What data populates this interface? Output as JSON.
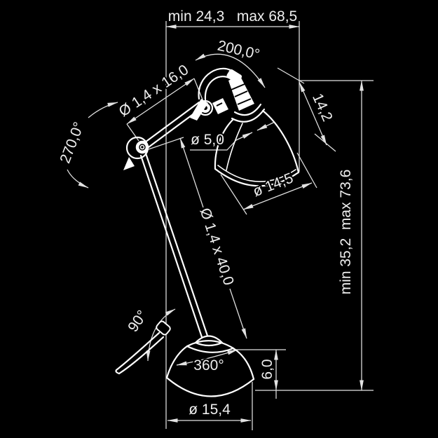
{
  "drawing": {
    "background_color": "#000000",
    "outline_color": "#ffffff",
    "dimension_color": "#e2e2e2",
    "labels": {
      "reach": "min 24,3   max 68,5",
      "shade_angle": "200,0°",
      "upper_arm_tube": "Ø 1,4 x 16,0",
      "elbow_angle": "270,0°",
      "head_length": "14,2",
      "shade_hole_diameter": "ø 5,0",
      "shade_diameter": "ø 14,5",
      "height": "min 35,2  max 73,6",
      "lower_arm_tube": "Ø 1,4 x 40,0",
      "base_tilt_angle": "90°",
      "base_rotation_angle": "360°",
      "base_height": "6,0",
      "base_diameter": "ø 15,4"
    }
  }
}
